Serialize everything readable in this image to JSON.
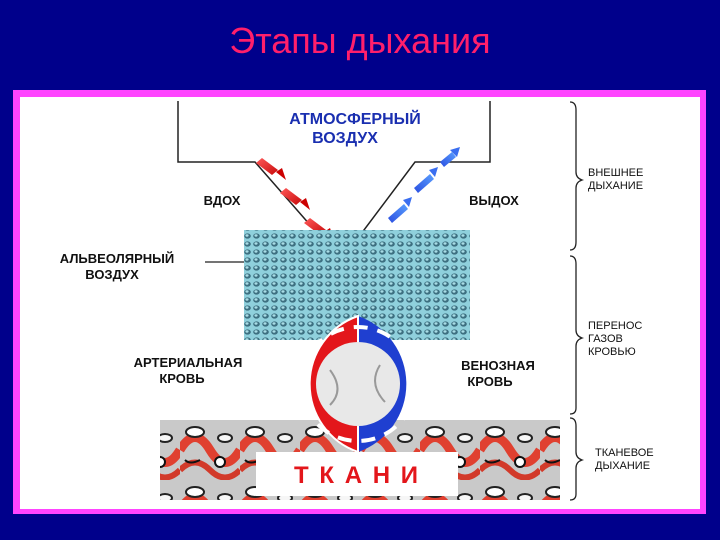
{
  "slide": {
    "title": "Этапы дыхания"
  },
  "diagram": {
    "atmosphere": [
      "АТМОСФЕРНЫЙ",
      "ВОЗДУХ"
    ],
    "inhale": "ВДОХ",
    "exhale": "ВЫДОХ",
    "alveolar": [
      "АЛЬВЕОЛЯРНЫЙ",
      "ВОЗДУХ"
    ],
    "arterial": [
      "АРТЕРИАЛЬНАЯ",
      "КРОВЬ"
    ],
    "venous": [
      "ВЕНОЗНАЯ",
      "КРОВЬ"
    ],
    "tissues": "Т К А Н И",
    "stages": [
      [
        "ВНЕШНЕЕ",
        "ДЫХАНИЕ"
      ],
      [
        "ПЕРЕНОС",
        "ГАЗОВ",
        "КРОВЬЮ"
      ],
      [
        "ТКАНЕВОЕ",
        "ДЫХАНИЕ"
      ]
    ],
    "colors": {
      "arterial": "#e3161b",
      "venous": "#1f3fd0",
      "alveoli": "#7fc6d6",
      "tissue": "#d63a2e",
      "title": "#ff1f6b",
      "frame": "#ff44ff"
    }
  }
}
